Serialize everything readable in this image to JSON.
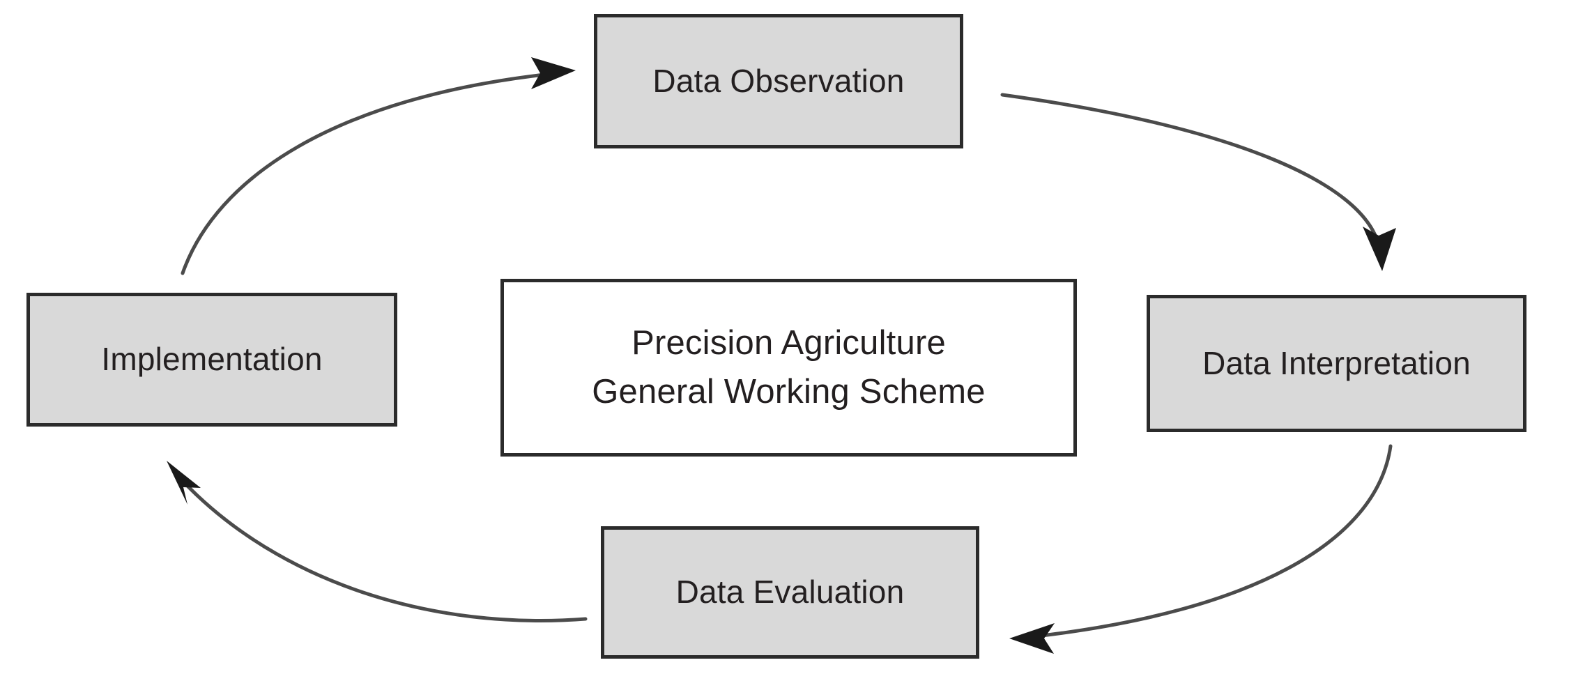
{
  "diagram": {
    "title_box": {
      "line1": "Precision Agriculture",
      "line2": "General Working Scheme"
    },
    "nodes": [
      {
        "id": "data-observation",
        "label": "Data Observation"
      },
      {
        "id": "data-interpretation",
        "label": "Data Interpretation"
      },
      {
        "id": "data-evaluation",
        "label": "Data Evaluation"
      },
      {
        "id": "implementation",
        "label": "Implementation"
      }
    ],
    "edges": [
      {
        "from": "implementation",
        "to": "data-observation",
        "arrow": "end"
      },
      {
        "from": "data-observation",
        "to": "data-interpretation",
        "arrow": "end"
      },
      {
        "from": "data-interpretation",
        "to": "data-evaluation",
        "arrow": "end"
      },
      {
        "from": "data-evaluation",
        "to": "implementation",
        "arrow": "end"
      }
    ],
    "colors": {
      "node_fill": "#d9d9d9",
      "node_border": "#2b2b2b",
      "center_fill": "#ffffff",
      "text": "#231f20",
      "arrow_stroke": "#4b4b4b",
      "background": "#ffffff"
    }
  }
}
